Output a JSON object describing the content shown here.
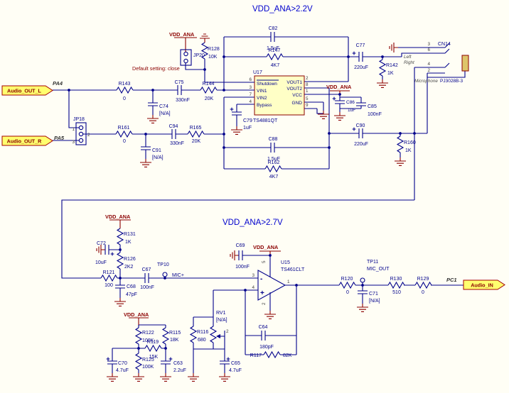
{
  "titles": {
    "top": "VDD_ANA>2.2V",
    "bottom": "VDD_ANA>2.7V"
  },
  "nets": {
    "vdd": "VDD_ANA"
  },
  "note": "Default setting: close",
  "ports": {
    "audio_out_l": "Audio_OUT_L",
    "audio_out_r": "Audio_OUT_R",
    "audio_in": "Audio_IN",
    "pa4": "PA4",
    "pa5": "PA5",
    "pc1": "PC1"
  },
  "connector": {
    "ref": "CN14",
    "kind": "Microphone",
    "part": "PJ3028B-3",
    "left": "Left",
    "right": "Right",
    "p3": "3",
    "p6": "6",
    "p4": "4",
    "p2": "2"
  },
  "u17": {
    "ref": "U17",
    "part": "TS4881QT",
    "shutdown": "Shutdown",
    "vin1": "VIN1",
    "vin2": "VIN2",
    "bypass": "Bypass",
    "vout1": "VOUT1",
    "vout2": "VOUT2",
    "vcc": "VCC",
    "gnd": "GND",
    "n6": "6",
    "n3": "3",
    "n7": "7",
    "n4": "4",
    "n2": "2",
    "n8": "8",
    "n1": "1",
    "n5": "5",
    "n9": "9"
  },
  "u15": {
    "ref": "U15",
    "part": "TS461CLT",
    "minus": "-",
    "plus": "+",
    "n3": "3",
    "n4": "4",
    "n1": "1",
    "n5": "5",
    "n2": "2"
  },
  "jp18": {
    "ref": "JP18",
    "p1": "1",
    "p2": "2",
    "p3": "3"
  },
  "jp20": {
    "ref": "JP20"
  },
  "tp10": {
    "ref": "TP10",
    "net": "MIC+"
  },
  "tp11": {
    "ref": "TP11",
    "net": "MIC_OUT"
  },
  "parts": {
    "R143": {
      "ref": "R143",
      "val": "0"
    },
    "C74": {
      "ref": "C74",
      "val": "[N/A]"
    },
    "C75": {
      "ref": "C75",
      "val": "330nF"
    },
    "R144": {
      "ref": "R144",
      "val": "20K"
    },
    "R128": {
      "ref": "R128",
      "val": "10K"
    },
    "C82": {
      "ref": "C82",
      "val": "1.5uF"
    },
    "R147": {
      "ref": "R147",
      "val": "4K7"
    },
    "R161": {
      "ref": "R161",
      "val": "0"
    },
    "C91": {
      "ref": "C91",
      "val": "[N/A]"
    },
    "C94": {
      "ref": "C94",
      "val": "330nF"
    },
    "R165": {
      "ref": "R165",
      "val": "20K"
    },
    "C79": {
      "ref": "C79",
      "val": "1uF"
    },
    "C88": {
      "ref": "C88",
      "val": "1.5uF"
    },
    "R162": {
      "ref": "R162",
      "val": "4K7"
    },
    "C77": {
      "ref": "C77",
      "val": "220uF"
    },
    "R142": {
      "ref": "R142",
      "val": "1K"
    },
    "C86": {
      "ref": "C86",
      "val": "1uF"
    },
    "C85": {
      "ref": "C85",
      "val": "100nF"
    },
    "C90": {
      "ref": "C90",
      "val": "220uF"
    },
    "R160": {
      "ref": "R160",
      "val": "1K"
    },
    "R131": {
      "ref": "R131",
      "val": "1K"
    },
    "C72": {
      "ref": "C72",
      "val": "10uF"
    },
    "R126": {
      "ref": "R126",
      "val": "2K2"
    },
    "R121": {
      "ref": "R121",
      "val": "100"
    },
    "C68": {
      "ref": "C68",
      "val": "47pF"
    },
    "C67": {
      "ref": "C67",
      "val": "100nF"
    },
    "C69": {
      "ref": "C69",
      "val": "100nF"
    },
    "RV1": {
      "ref": "RV1",
      "val": "[N/A]",
      "p2": "2"
    },
    "R116": {
      "ref": "R116",
      "val": "680"
    },
    "R122": {
      "ref": "R122",
      "val": "100K"
    },
    "R115": {
      "ref": "R115",
      "val": "18K"
    },
    "R119": {
      "ref": "R119",
      "val": "15K"
    },
    "C70": {
      "ref": "C70",
      "val": "4.7uF"
    },
    "R125": {
      "ref": "R125",
      "val": "100K"
    },
    "C63": {
      "ref": "C63",
      "val": "2.2uF"
    },
    "C65": {
      "ref": "C65",
      "val": "4.7uF"
    },
    "C64": {
      "ref": "C64",
      "val": "180pF"
    },
    "R117": {
      "ref": "R117",
      "val": "82K"
    },
    "R120": {
      "ref": "R120",
      "val": "0"
    },
    "C71": {
      "ref": "C71",
      "val": "[N/A]"
    },
    "R130": {
      "ref": "R130",
      "val": "510"
    },
    "R129": {
      "ref": "R129",
      "val": "0"
    }
  }
}
